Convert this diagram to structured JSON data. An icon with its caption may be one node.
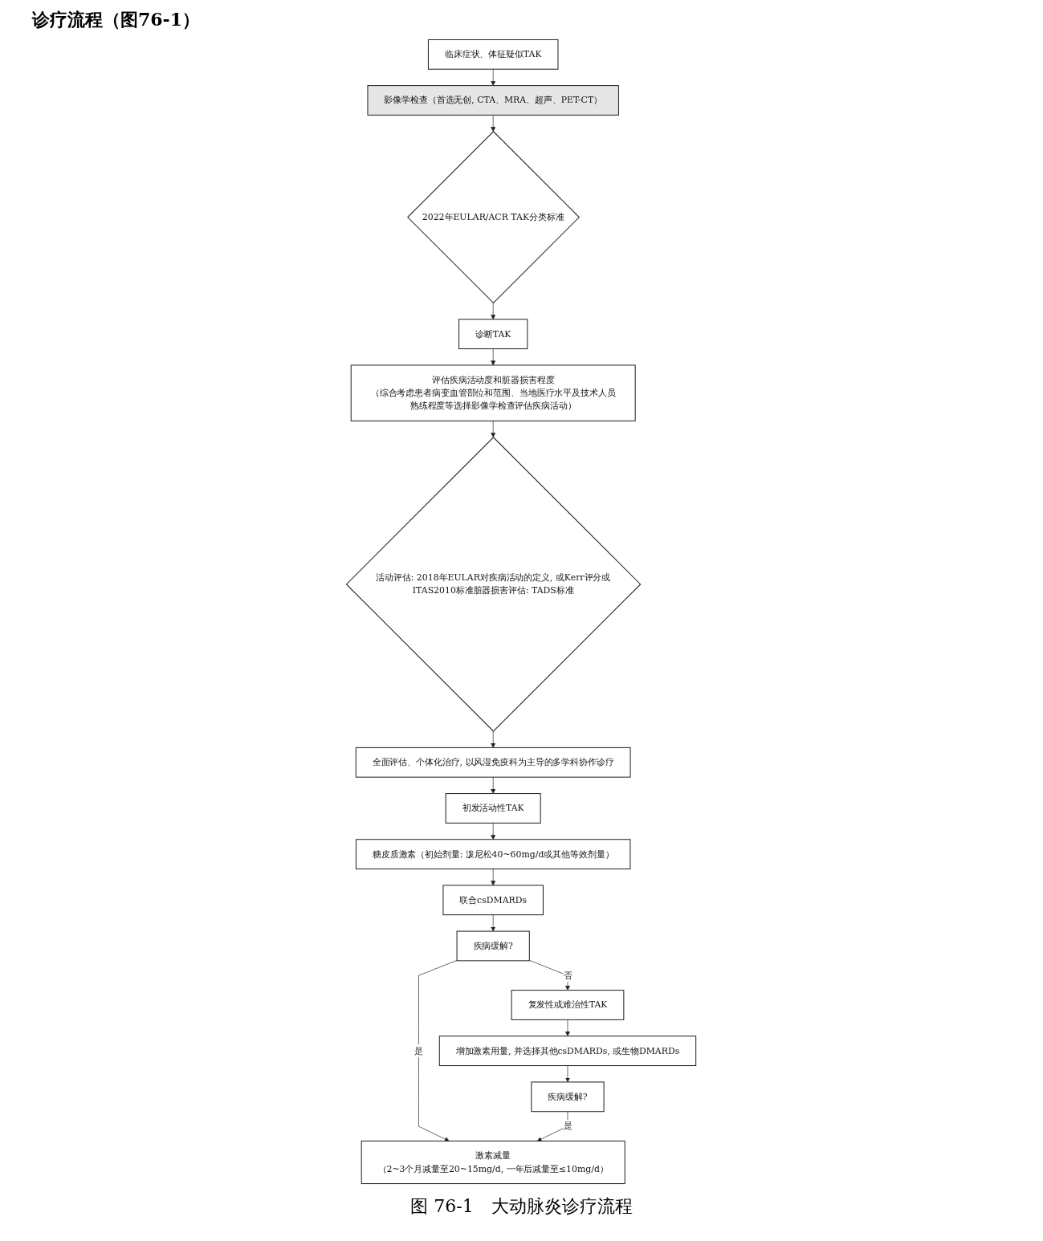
{
  "diagram": {
    "title": "诊疗流程（图76-1）",
    "caption": "图 76-1　大动脉炎诊疗流程",
    "nodes": [
      {
        "text": [
          "临床症状、体征疑似TAK"
        ]
      },
      {
        "text": [
          "影像学检查（首选无创, CTA、MRA、超声、PET-CT）"
        ]
      },
      {
        "text": [
          "2022年EULAR/ACR TAK分类标准"
        ]
      },
      {
        "text": [
          "诊断TAK"
        ]
      },
      {
        "text": [
          "评估疾病活动度和脏器损害程度",
          "（综合考虑患者病变血管部位和范围、当地医疗水平及技术人员熟练程度等选择影像学检查评估疾病活动）"
        ]
      },
      {
        "text": [
          "活动评估: 2018年EULAR对疾病活动的定义, 或Kerr评分或ITAS2010标准脏器损害评估: TADS标准"
        ]
      },
      {
        "text": [
          "全面评估、个体化治疗, 以风湿免疫科为主导的多学科协作诊疗"
        ]
      },
      {
        "text": [
          "初发活动性TAK"
        ]
      },
      {
        "text": [
          "糖皮质激素（初始剂量: 泼尼松40~60mg/d或其他等效剂量）"
        ]
      },
      {
        "text": [
          "联合csDMARDs"
        ]
      },
      {
        "text": [
          "疾病缓解?"
        ]
      },
      {
        "text": [
          "复发性或难治性TAK"
        ]
      },
      {
        "text": [
          "增加激素用量, 并选择其他csDMARDs, 或生物DMARDs"
        ]
      },
      {
        "text": [
          "疾病缓解?"
        ]
      },
      {
        "text": [
          "激素减量",
          "（2~3个月减量至20~15mg/d, 一年后减量至≤10mg/d）"
        ]
      }
    ],
    "edges": [
      {
        "from": 0,
        "to": 1,
        "arrow": "to"
      },
      {
        "from": 1,
        "to": 2,
        "arrow": "to"
      },
      {
        "from": 2,
        "to": 3,
        "arrow": "to"
      },
      {
        "from": 3,
        "to": 4,
        "arrow": "to"
      },
      {
        "from": 4,
        "to": 5,
        "arrow": "to"
      },
      {
        "from": 5,
        "to": 6,
        "arrow": "to"
      },
      {
        "from": 6,
        "to": 7,
        "arrow": "to"
      },
      {
        "from": 7,
        "to": 8,
        "arrow": "to"
      },
      {
        "from": 8,
        "to": 9,
        "arrow": "to"
      },
      {
        "from": 9,
        "to": 10,
        "arrow": "to"
      },
      {
        "from": 10,
        "to": 11,
        "arrow": "to",
        "label": "否"
      },
      {
        "from": 10,
        "to": 14,
        "arrow": "to",
        "label": "是"
      },
      {
        "from": 11,
        "to": 12,
        "arrow": "to"
      },
      {
        "from": 12,
        "to": 13,
        "arrow": "to"
      },
      {
        "from": 13,
        "to": 14,
        "arrow": "to",
        "label": "是"
      }
    ]
  }
}
